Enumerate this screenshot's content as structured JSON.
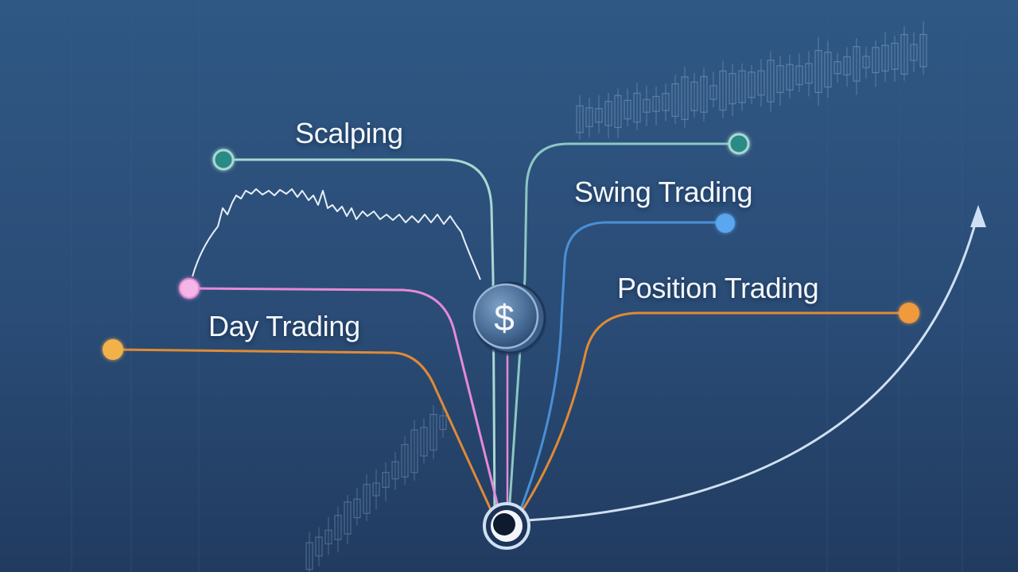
{
  "labels": {
    "scalping": "Scalping",
    "swing_trading": "Swing Trading",
    "position_trading": "Position Trading",
    "day_trading": "Day Trading",
    "currency_symbol": "$"
  },
  "colors": {
    "background_top": "#2f5a86",
    "background_bottom": "#213a5e",
    "scalping": "#a9d8d2",
    "scalping_node": "#2b8a86",
    "swing_trading": "#4a8fd6",
    "swing_trading_node": "#5aa6ef",
    "position_trading": "#e08a35",
    "position_trading_node": "#f09a3c",
    "day_trading": "#f0a63a",
    "day_trading_node": "#f2b24a",
    "pink_line": "#e58ad6",
    "pink_node": "#f3b6e6",
    "growth_arrow": "#cfe0f2",
    "coin_fill": "#4b6f99"
  },
  "icons": {
    "coin": "dollar-coin-icon",
    "hub": "origin-hub-icon",
    "arrow": "arrow-up-icon"
  }
}
